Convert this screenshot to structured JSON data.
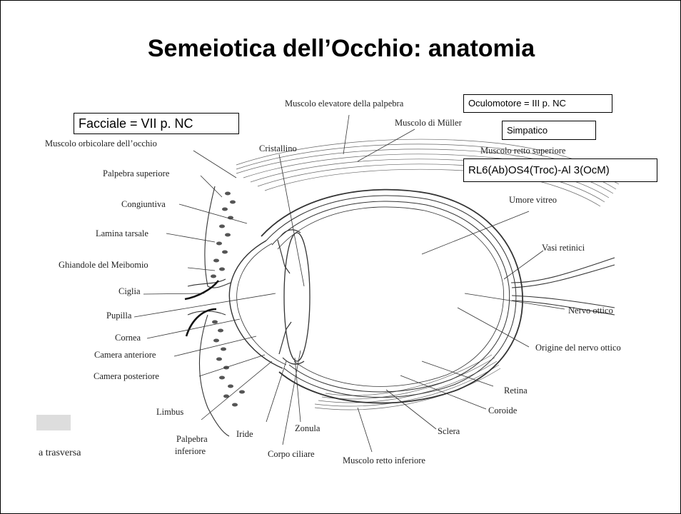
{
  "title": "Semeiotica dell’Occhio: anatomia",
  "annotation_boxes": {
    "facciale": "Facciale = VII p. NC",
    "oculomotore": "Oculomotore = III p. NC",
    "simpatico": "Simpatico",
    "muscle_nerves": "RL6(Ab)OS4(Troc)-Al 3(OcM)"
  },
  "labels": {
    "muscolo_elevatore": "Muscolo elevatore della palpebra",
    "muscolo_muller": "Muscolo di Müller",
    "muscolo_orbicolare": "Muscolo orbicolare dell’occhio",
    "cristallino": "Cristallino",
    "muscolo_retto_superiore": "Muscolo retto superiore",
    "palpebra_superiore": "Palpebra superiore",
    "congiuntiva": "Congiuntiva",
    "umore_vitreo": "Umore vitreo",
    "lamina_tarsale": "Lamina tarsale",
    "vasi_retinici": "Vasi retinici",
    "ghiandole_meibomio": "Ghiandole del Meibomio",
    "ciglia": "Ciglia",
    "pupilla": "Pupilla",
    "nervo_ottico": "Nervo ottico",
    "cornea": "Cornea",
    "camera_anteriore": "Camera anteriore",
    "origine_nervo_ottico": "Origine del nervo ottico",
    "camera_posteriore": "Camera posteriore",
    "retina": "Retina",
    "limbus": "Limbus",
    "coroide": "Coroide",
    "sclera": "Sclera",
    "palpebra_inferiore_1": "Palpebra",
    "palpebra_inferiore_2": "inferiore",
    "iride": "Iride",
    "zonula": "Zonula",
    "corpo_ciliare": "Corpo ciliare",
    "muscolo_retto_inferiore": "Muscolo retto inferiore",
    "sezione_trasversa": "a trasversa"
  }
}
